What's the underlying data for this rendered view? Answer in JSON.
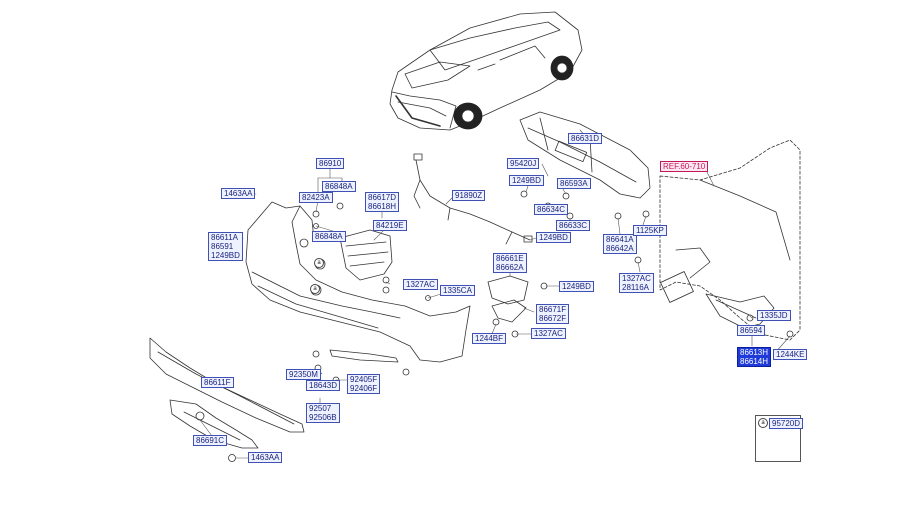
{
  "diagram": {
    "reference_label": "REF.60-710",
    "inset_part": "95720D",
    "callout_marker": "a",
    "parts": {
      "p86910": "86910",
      "p86848A_top": "86848A",
      "p82423A": "82423A",
      "p1463AA_top": "1463AA",
      "p86617D": "86617D",
      "p86618H": "86618H",
      "p84219E": "84219E",
      "p86848A_mid": "86848A",
      "p86611A": "86611A",
      "p86591": "86591",
      "p1249BD_left": "1249BD",
      "p91890Z": "91890Z",
      "p1249BD_wire": "1249BD",
      "p95420J": "95420J",
      "p1249BD_a": "1249BD",
      "p86593A": "86593A",
      "p86634C": "86634C",
      "p86633C": "86633C",
      "p86631D": "86631D",
      "p86641A": "86641A",
      "p86642A": "86642A",
      "p1125KP": "1125KP",
      "p1327AC_left": "1327AC",
      "p1335CA": "1335CA",
      "p86661E": "86661E",
      "p86662A": "86662A",
      "p1249BD_bracket": "1249BD",
      "p86671F": "86671F",
      "p86672F": "86672F",
      "p1244BF": "1244BF",
      "p1327AC_center": "1327AC",
      "p1327AC_right": "1327AC",
      "p28116A": "28116A",
      "p1335JD": "1335JD",
      "p86594": "86594",
      "p86613H": "86613H",
      "p86614H": "86614H",
      "p1244KE": "1244KE",
      "p92350M": "92350M",
      "p18643D": "18643D",
      "p92405F": "92405F",
      "p92406F": "92406F",
      "p92507": "92507",
      "p92506B": "92506B",
      "p86611F": "86611F",
      "p86691C": "86691C",
      "p1463AA_bottom": "1463AA"
    }
  }
}
